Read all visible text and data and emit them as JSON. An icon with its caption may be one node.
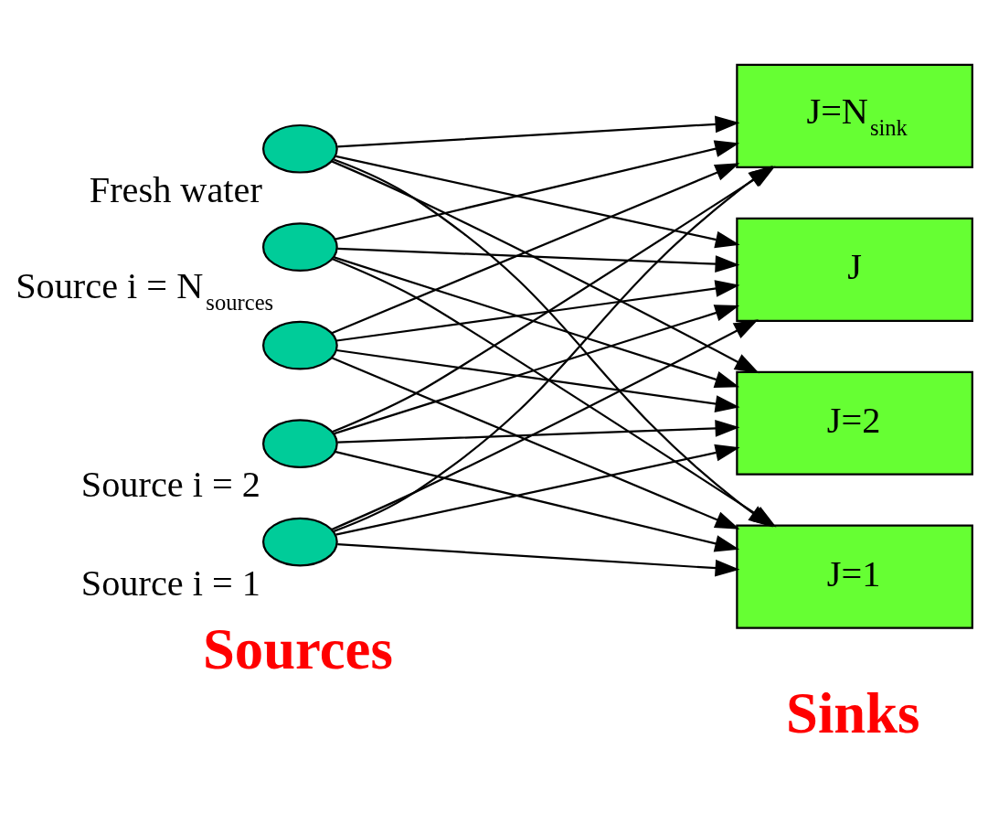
{
  "diagram": {
    "nodes": [
      {
        "text": [],
        "shape": "ellipse",
        "beside": [
          "Source i = 1"
        ]
      },
      {
        "text": [],
        "shape": "ellipse",
        "beside": [
          "Source i = 2"
        ]
      },
      {
        "text": [],
        "shape": "ellipse"
      },
      {
        "text": [],
        "shape": "ellipse",
        "beside": [
          "Source i = N$_{sources}$"
        ]
      },
      {
        "text": [],
        "shape": "ellipse",
        "beside": [
          "Fresh water"
        ]
      },
      {
        "text": [
          "J=1"
        ]
      },
      {
        "text": [
          "J=2"
        ]
      },
      {
        "text": [
          "J"
        ]
      },
      {
        "text": [
          "J=N$_{sink}$"
        ]
      }
    ],
    "edges": [
      {
        "from": 0,
        "to": 5,
        "arrow": "to"
      },
      {
        "from": 0,
        "to": 6,
        "arrow": "to"
      },
      {
        "from": 0,
        "to": 7,
        "arrow": "to"
      },
      {
        "from": 0,
        "to": 8,
        "arrow": "to"
      },
      {
        "from": 1,
        "to": 5,
        "arrow": "to"
      },
      {
        "from": 1,
        "to": 6,
        "arrow": "to"
      },
      {
        "from": 1,
        "to": 7,
        "arrow": "to"
      },
      {
        "from": 1,
        "to": 8,
        "arrow": "to"
      },
      {
        "from": 2,
        "to": 5,
        "arrow": "to"
      },
      {
        "from": 2,
        "to": 6,
        "arrow": "to"
      },
      {
        "from": 2,
        "to": 7,
        "arrow": "to"
      },
      {
        "from": 2,
        "to": 8,
        "arrow": "to"
      },
      {
        "from": 3,
        "to": 5,
        "arrow": "to"
      },
      {
        "from": 3,
        "to": 6,
        "arrow": "to"
      },
      {
        "from": 3,
        "to": 7,
        "arrow": "to"
      },
      {
        "from": 3,
        "to": 8,
        "arrow": "to"
      },
      {
        "from": 4,
        "to": 5,
        "arrow": "to"
      },
      {
        "from": 4,
        "to": 6,
        "arrow": "to"
      },
      {
        "from": 4,
        "to": 7,
        "arrow": "to"
      },
      {
        "from": 4,
        "to": 8,
        "arrow": "to"
      }
    ],
    "labels": [
      "Sources",
      "Sinks"
    ]
  }
}
